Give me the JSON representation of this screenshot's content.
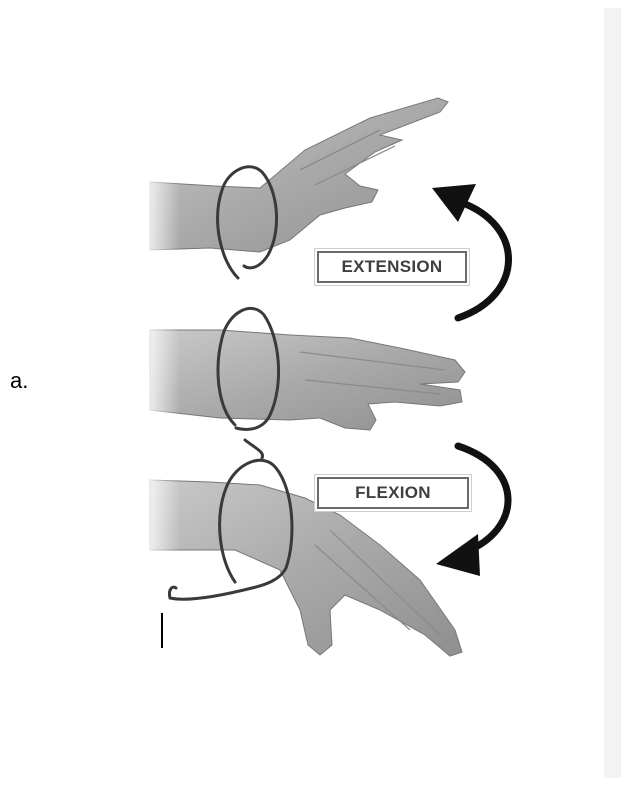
{
  "document": {
    "item_label": "a."
  },
  "figure": {
    "labels": {
      "extension": "EXTENSION",
      "flexion": "FLEXION"
    }
  }
}
